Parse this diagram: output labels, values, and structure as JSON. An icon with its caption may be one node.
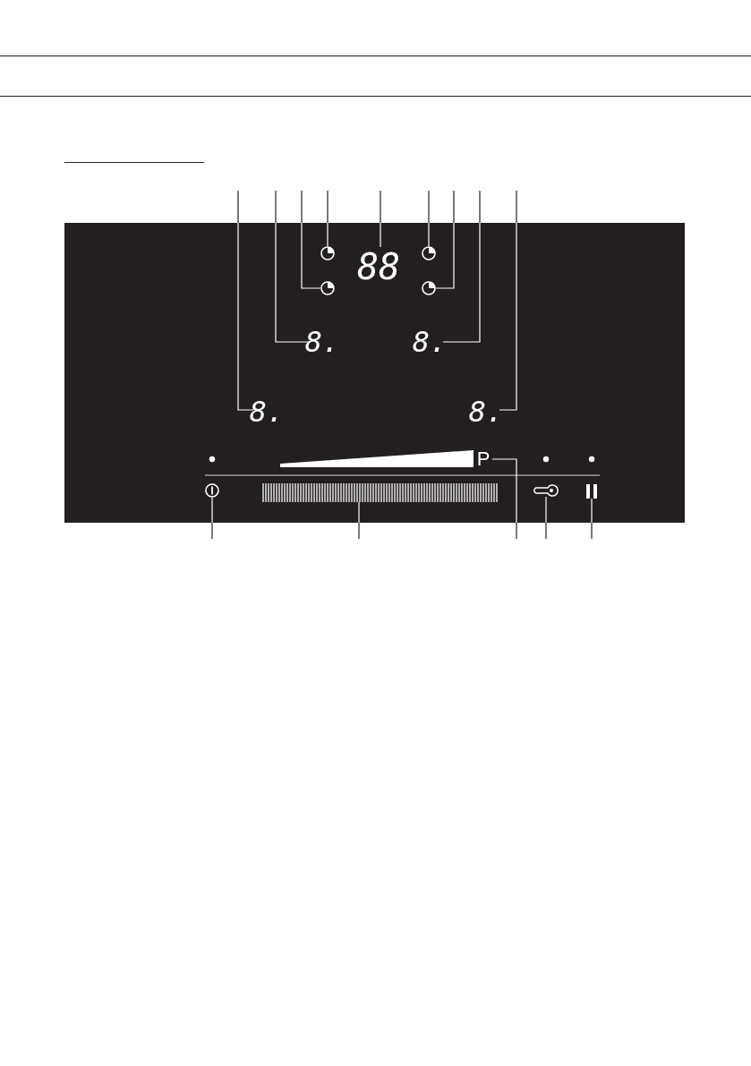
{
  "diagram": {
    "nodes": [
      {
        "text": [],
        "shape": "box"
      },
      {
        "text": [],
        "shape": "clock",
        "in": 0
      },
      {
        "text": [
          "88"
        ],
        "in": 0
      },
      {
        "text": [],
        "shape": "clock",
        "in": 0
      },
      {
        "text": [],
        "shape": "clock",
        "in": 0
      },
      {
        "text": [],
        "shape": "clock",
        "in": 0
      },
      {
        "text": [
          "8."
        ],
        "in": 0
      },
      {
        "text": [
          "8."
        ],
        "in": 0
      },
      {
        "text": [
          "8."
        ],
        "in": 0
      },
      {
        "text": [
          "8."
        ],
        "in": 0
      },
      {
        "text": [
          "P"
        ],
        "in": 0
      },
      {
        "text": [],
        "shape": "circle",
        "in": 0
      },
      {
        "text": [],
        "shape": "bar",
        "in": 0
      },
      {
        "text": [],
        "shape": "key",
        "in": 0
      },
      {
        "text": [],
        "shape": "bars",
        "in": 0
      }
    ],
    "edges": [
      {
        "from": null,
        "to": 8,
        "arrow": "none"
      },
      {
        "from": null,
        "to": 6,
        "arrow": "none"
      },
      {
        "from": null,
        "to": 4,
        "arrow": "none"
      },
      {
        "from": null,
        "to": 1,
        "arrow": "none"
      },
      {
        "from": null,
        "to": 2,
        "arrow": "none"
      },
      {
        "from": null,
        "to": 3,
        "arrow": "none"
      },
      {
        "from": null,
        "to": 5,
        "arrow": "none"
      },
      {
        "from": null,
        "to": 7,
        "arrow": "none"
      },
      {
        "from": null,
        "to": 9,
        "arrow": "none"
      },
      {
        "from": null,
        "to": 11,
        "arrow": "none"
      },
      {
        "from": null,
        "to": 12,
        "arrow": "none"
      },
      {
        "from": null,
        "to": 10,
        "arrow": "none"
      },
      {
        "from": null,
        "to": 13,
        "arrow": "none"
      },
      {
        "from": null,
        "to": 14,
        "arrow": "none"
      }
    ]
  }
}
